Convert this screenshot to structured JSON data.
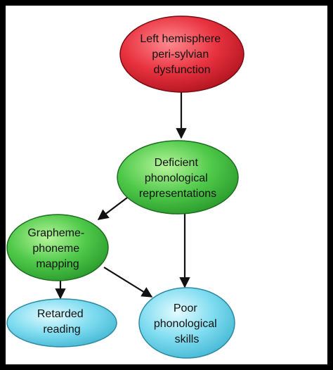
{
  "colors": {
    "border": "#000000",
    "background": "#ffffff",
    "red_node": "#e8323f",
    "green_node": "#4fc94a",
    "cyan_node": "#7fdcf0",
    "arrow": "#111111"
  },
  "nodes": {
    "left_hemisphere": {
      "lines": [
        "Left hemisphere",
        "peri-sylvian",
        "dysfunction"
      ]
    },
    "deficient_phonological": {
      "lines": [
        "Deficient",
        "phonological",
        "representations"
      ]
    },
    "grapheme_phoneme": {
      "lines": [
        "Grapheme-",
        "phoneme",
        "mapping"
      ]
    },
    "retarded_reading": {
      "lines": [
        "Retarded",
        "reading"
      ]
    },
    "poor_phonological": {
      "lines": [
        "Poor",
        "phonological",
        "skills"
      ]
    }
  }
}
